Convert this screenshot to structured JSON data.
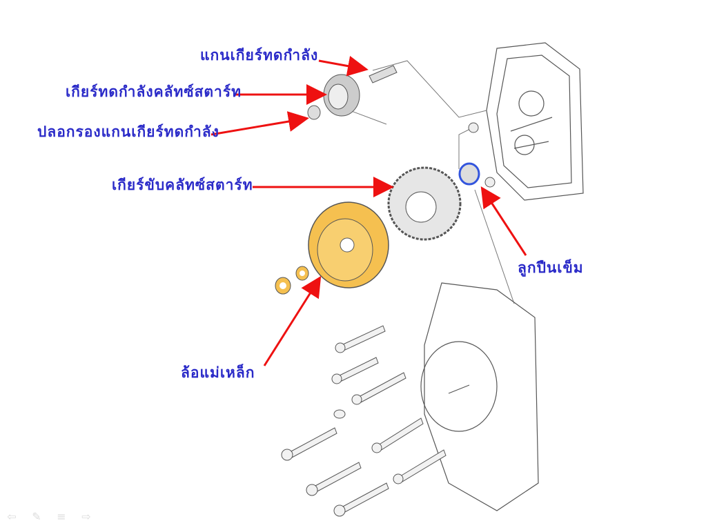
{
  "labels": {
    "shaft": "แกนเกียร์ทดกำลัง",
    "reduction_gear": "เกียร์ทดกำลังคลัทซ์สตาร์ท",
    "shaft_bushing": "ปลอกรองแกนเกียร์ทดกำลัง",
    "driven_gear": "เกียร์ขับคลัทซ์สตาร์ท",
    "needle_bearing": "ลูกปืนเข็ม",
    "flywheel": "ล้อแม่เหล็ก"
  },
  "colors": {
    "label": "#2a2ac8",
    "arrow": "#ee1111",
    "highlight": "#f5c050",
    "bearing": "#3355dd"
  },
  "controls": {
    "prev": "⇦",
    "pen": "✎",
    "menu": "≡",
    "next": "⇨"
  }
}
